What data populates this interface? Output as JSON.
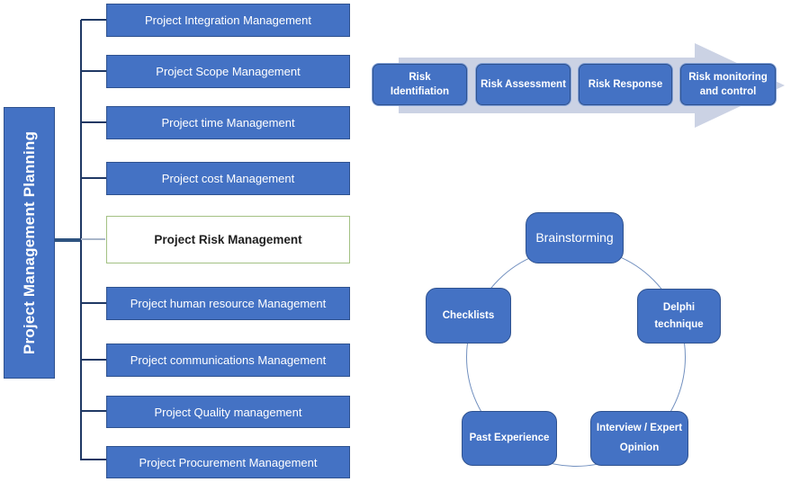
{
  "colors": {
    "box_blue": "#4472C4",
    "box_border": "#2F528F",
    "risk_border": "#A3C183",
    "risk_text": "#1F1F1F",
    "arrow_fill": "#CBD2E4",
    "line_dark": "#1F3864",
    "connector_thick": "#2E5380",
    "branch_light": "#A9B6C9",
    "circle_stroke": "#7290BF",
    "text_white": "#FFFFFF"
  },
  "left_panel": {
    "title": "Project Management Planning"
  },
  "left_tree": {
    "items": [
      {
        "label": "Project Integration Management",
        "highlighted": false
      },
      {
        "label": "Project Scope Management",
        "highlighted": false
      },
      {
        "label": "Project time Management",
        "highlighted": false
      },
      {
        "label": "Project cost Management",
        "highlighted": false
      },
      {
        "label": "Project Risk Management",
        "highlighted": true
      },
      {
        "label": "Project human resource Management",
        "highlighted": false
      },
      {
        "label": "Project communications Management",
        "highlighted": false
      },
      {
        "label": "Project Quality management",
        "highlighted": false
      },
      {
        "label": "Project Procurement Management",
        "highlighted": false
      }
    ]
  },
  "process_flow": {
    "steps": [
      {
        "lines": [
          "Risk",
          "Identifiation"
        ]
      },
      {
        "lines": [
          "Risk Assessment"
        ]
      },
      {
        "lines": [
          "Risk Response"
        ]
      },
      {
        "lines": [
          "Risk monitoring",
          "and control"
        ]
      }
    ]
  },
  "cycle": {
    "items": [
      {
        "lines": [
          "Brainstorming"
        ]
      },
      {
        "lines": [
          "Delphi",
          "technique"
        ]
      },
      {
        "lines": [
          "Interview / Expert",
          "Opinion"
        ]
      },
      {
        "lines": [
          "Past Experience"
        ]
      },
      {
        "lines": [
          "Checklists"
        ]
      }
    ]
  }
}
